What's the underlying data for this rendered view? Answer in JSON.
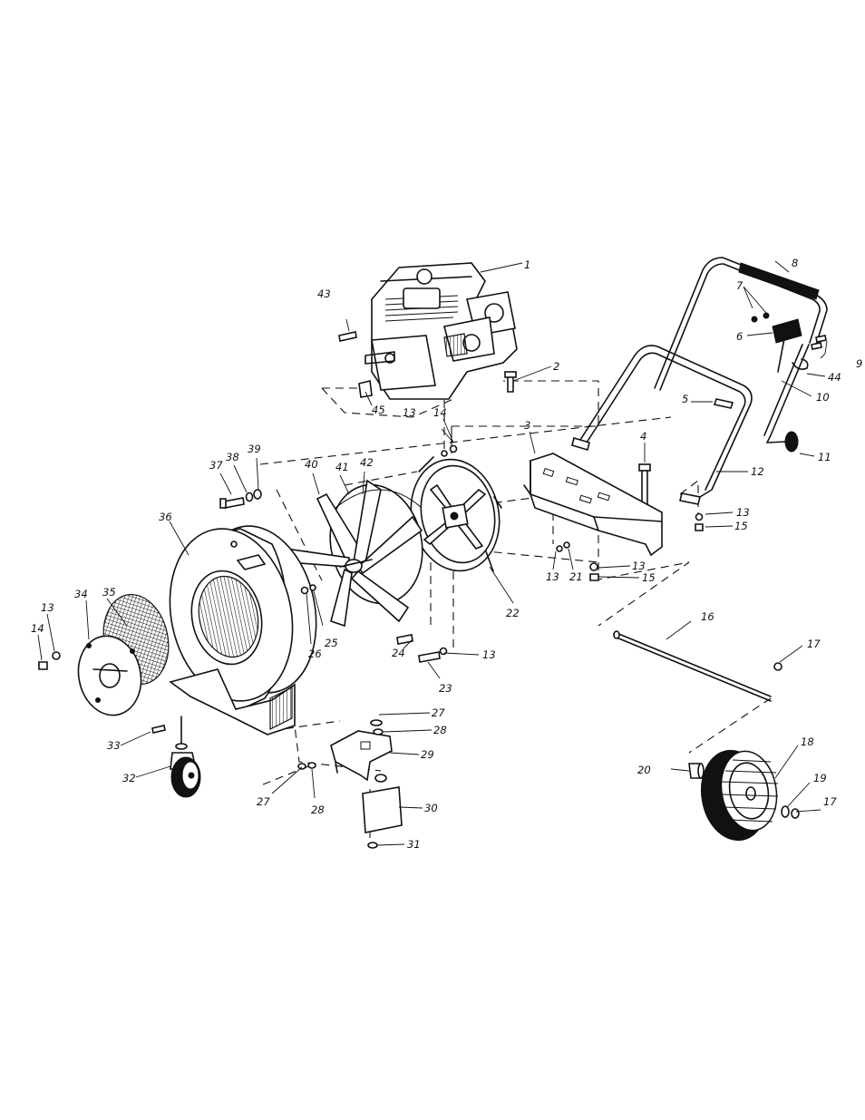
{
  "callouts": {
    "c1": "1",
    "c2": "2",
    "c3": "3",
    "c4": "4",
    "c5": "5",
    "c6": "6",
    "c7": "7",
    "c8": "8",
    "c9": "9",
    "c10": "10",
    "c11": "11",
    "c12": "12",
    "c13a": "13",
    "c13b": "13",
    "c13c": "13",
    "c13d": "13",
    "c13e": "13",
    "c13f": "13",
    "c14a": "14",
    "c14b": "14",
    "c15a": "15",
    "c15b": "15",
    "c16": "16",
    "c17a": "17",
    "c17b": "17",
    "c18": "18",
    "c19": "19",
    "c20": "20",
    "c21": "21",
    "c22": "22",
    "c23": "23",
    "c24": "24",
    "c25": "25",
    "c26": "26",
    "c27a": "27",
    "c27b": "27",
    "c28a": "28",
    "c28b": "28",
    "c29": "29",
    "c30": "30",
    "c31": "31",
    "c32": "32",
    "c33": "33",
    "c34": "34",
    "c35": "35",
    "c36": "36",
    "c37": "37",
    "c38": "38",
    "c39": "39",
    "c40": "40",
    "c41": "41",
    "c42": "42",
    "c43": "43",
    "c44": "44",
    "c45": "45"
  },
  "icons": {
    "engine": "engine-icon",
    "handle": "handle-icon",
    "impeller": "impeller-icon",
    "housing": "blower-housing-icon",
    "wheel": "wheel-icon",
    "caster": "caster-wheel-icon"
  }
}
